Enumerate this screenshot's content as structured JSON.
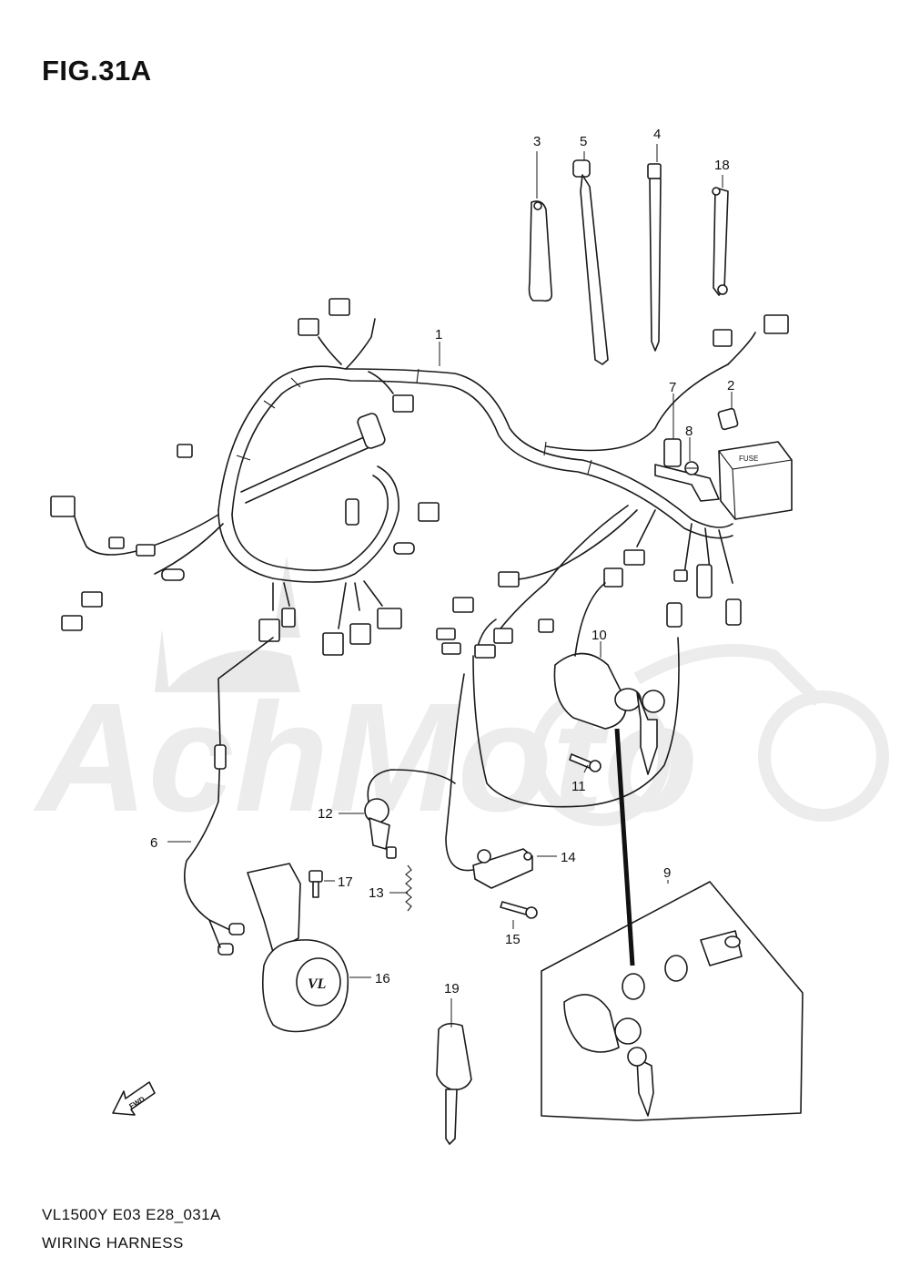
{
  "figure": {
    "title": "FIG.31A",
    "model_code": "VL1500Y  E03  E28_031A",
    "section_name": "WIRING HARNESS"
  },
  "callouts": {
    "c1": "1",
    "c2": "2",
    "c3": "3",
    "c4": "4",
    "c5": "5",
    "c6": "6",
    "c7": "7",
    "c8": "8",
    "c9": "9",
    "c10": "10",
    "c11": "11",
    "c12": "12",
    "c13": "13",
    "c14": "14",
    "c15": "15",
    "c16": "16",
    "c17": "17",
    "c18": "18",
    "c19": "19"
  },
  "labels": {
    "fuse_box": "FUSE",
    "front_arrow": "FWD",
    "horn_badge": "VL"
  },
  "watermark": {
    "text": "AchMoto"
  }
}
